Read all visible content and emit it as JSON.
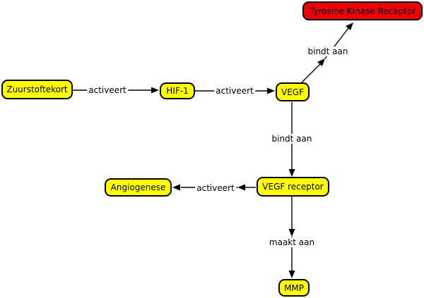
{
  "diagram": {
    "title": "VEGF signalling concept map",
    "background": "#ffffff",
    "colors": {
      "node_fill": "#ffff00",
      "highlight_fill": "#ee0000",
      "border": "#000000",
      "text": "#000000",
      "edge": "#000000",
      "label_background": "#ffffff"
    },
    "nodes": [
      {
        "id": "zuurstoftekort",
        "label": "Zuurstoftekort",
        "fill": "#ffff00"
      },
      {
        "id": "hif-1",
        "label": "HIF-1",
        "fill": "#ffff00"
      },
      {
        "id": "vegf",
        "label": "VEGF",
        "fill": "#ffff00"
      },
      {
        "id": "tyrosine-kinase-receptor",
        "label": "Tyrosine Kinase Receptor",
        "fill": "#ee0000"
      },
      {
        "id": "vegf-receptor",
        "label": "VEGF receptor",
        "fill": "#ffff00"
      },
      {
        "id": "angiogenese",
        "label": "Angiogenese",
        "fill": "#ffff00"
      },
      {
        "id": "mmp",
        "label": "MMP",
        "fill": "#ffff00"
      }
    ],
    "edges": [
      {
        "from": "Zuurstoftekort",
        "to": "HIF-1",
        "label": "activeert"
      },
      {
        "from": "HIF-1",
        "to": "VEGF",
        "label": "activeert"
      },
      {
        "from": "VEGF",
        "to": "Tyrosine Kinase Receptor",
        "label": "bindt aan"
      },
      {
        "from": "VEGF",
        "to": "VEGF receptor",
        "label": "bindt aan"
      },
      {
        "from": "VEGF receptor",
        "to": "Angiogenese",
        "label": "activeert"
      },
      {
        "from": "VEGF receptor",
        "to": "MMP",
        "label": "maakt aan"
      }
    ]
  }
}
